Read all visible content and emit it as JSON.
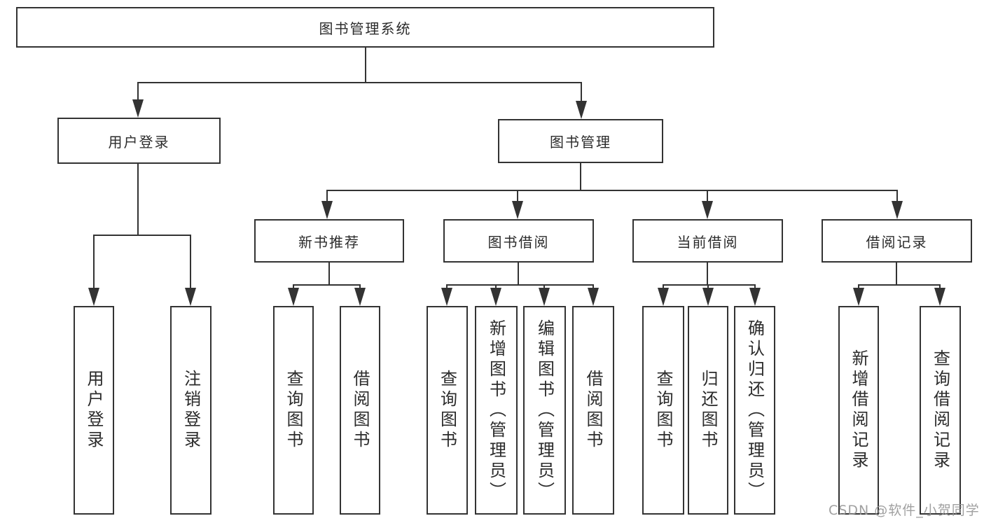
{
  "diagram": {
    "title": "图书管理系统",
    "nodes": {
      "root": "图书管理系统",
      "user_login": "用户登录",
      "book_mgmt": "图书管理",
      "l3": [
        "新书推荐",
        "图书借阅",
        "当前借阅",
        "借阅记录"
      ],
      "user_login_children": [
        "用户登录",
        "注销登录"
      ],
      "new_book_children": [
        "查询图书",
        "借阅图书"
      ],
      "borrow_children": [
        "查询图书",
        "新增图书（管理员）",
        "编辑图书（管理员）",
        "借阅图书"
      ],
      "current_children": [
        "查询图书",
        "归还图书",
        "确认归还（管理员）"
      ],
      "record_children": [
        "新增借阅记录",
        "查询借阅记录"
      ]
    },
    "colors": {
      "line": "#333333",
      "text": "#2b2b2b",
      "background": "#ffffff",
      "watermark": "#969696"
    }
  },
  "watermark": {
    "text": "CSDN @软件_小贺同学"
  }
}
